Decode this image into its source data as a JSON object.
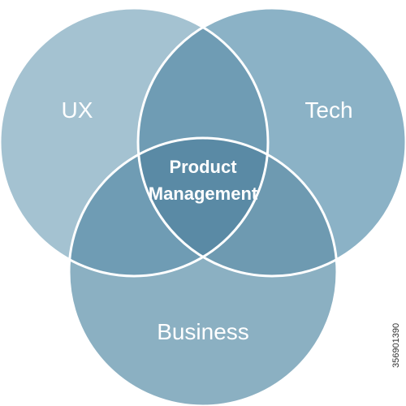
{
  "diagram": {
    "type": "venn",
    "sets": [
      {
        "id": "ux",
        "label": "UX",
        "color": "#a4c2d1"
      },
      {
        "id": "tech",
        "label": "Tech",
        "color": "#8bb2c6"
      },
      {
        "id": "business",
        "label": "Business",
        "color": "#8bb0c2"
      }
    ],
    "intersections": {
      "ux_tech": {
        "color": "#6f9cb4"
      },
      "ux_business": {
        "color": "#6f9cb4"
      },
      "tech_business": {
        "color": "#6e9ab1"
      }
    },
    "center": {
      "label_line1": "Product",
      "label_line2": "Management",
      "color": "#5a8aa5"
    },
    "outline_color": "#ffffff",
    "label_color": "#ffffff"
  },
  "stock_id": "356901390"
}
